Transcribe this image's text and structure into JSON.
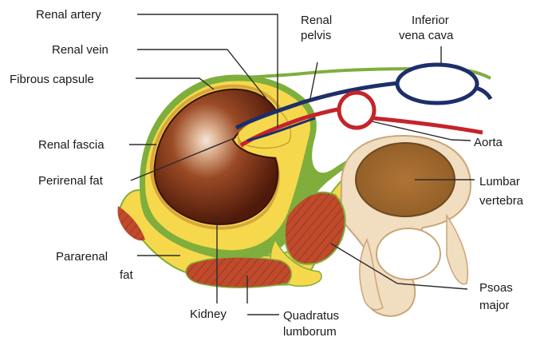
{
  "labels": {
    "renal_artery": "Renal artery",
    "renal_vein": "Renal vein",
    "fibrous_capsule": "Fibrous capsule",
    "renal_fascia": "Renal fascia",
    "perirenal_fat": "Perirenal fat",
    "pararenal_fat": [
      "Pararenal",
      "fat"
    ],
    "kidney": "Kidney",
    "quadratus_lumborum": [
      "Quadratus",
      "lumborum"
    ],
    "renal_pelvis": [
      "Renal",
      "pelvis"
    ],
    "inferior_vena_cava": [
      "Inferior",
      "vena cava"
    ],
    "aorta": "Aorta",
    "lumbar_vertebra": [
      "Lumbar",
      "vertebra"
    ],
    "psoas_major": [
      "Psoas",
      "major"
    ]
  },
  "colors": {
    "fat": "#f5d64a",
    "fascia_green": "#7fae3c",
    "kidney_dark": "#5a1f0c",
    "kidney_light": "#f3e4d8",
    "vein": "#1c2f6b",
    "artery": "#c4242a",
    "muscle": "#b8442a",
    "bone_cortex": "#e8c9a0",
    "bone_marrow": "#9b6a2e"
  }
}
